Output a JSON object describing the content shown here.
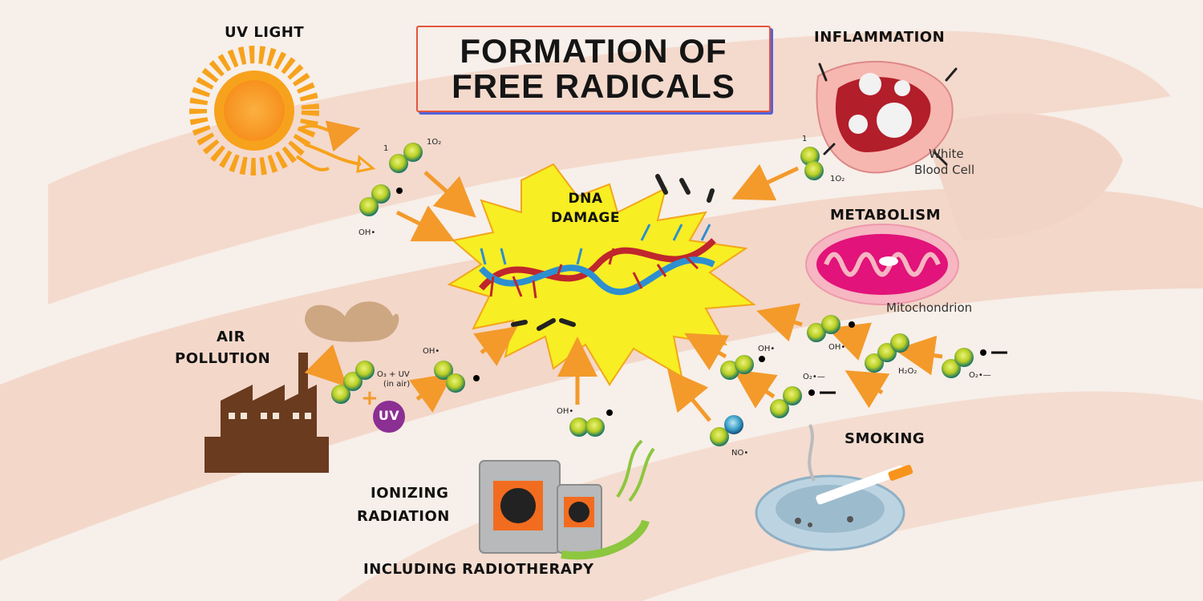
{
  "title": {
    "line1": "FORMATION OF",
    "line2": "FREE RADICALS"
  },
  "center": {
    "line1": "DNA",
    "line2": "DAMAGE"
  },
  "sources": {
    "uv_light": "UV LIGHT",
    "inflammation": "INFLAMMATION",
    "metabolism": "METABOLISM",
    "air_pollution_1": "AIR",
    "air_pollution_2": "POLLUTION",
    "ionizing_1": "IONIZING",
    "ionizing_2": "RADIATION",
    "including": "INCLUDING RADIOTHERAPY",
    "smoking": "SMOKING"
  },
  "captions": {
    "wbc_1": "White",
    "wbc_2": "Blood Cell",
    "mito": "Mitochondrion"
  },
  "uv_badge": "UV",
  "chem": {
    "uv_singlet_1": "1",
    "uv_singlet_2": "1O₂",
    "uv_oh": "OH•",
    "inf_singlet_1": "1",
    "inf_singlet_2": "1O₂",
    "air_reaction_1": "O₃ + UV",
    "air_reaction_2": "(in air)",
    "air_oh": "OH•",
    "rad_oh": "OH•",
    "met_oh_1": "OH•",
    "met_oh_2": "OH•",
    "met_h2o2": "H₂O₂",
    "met_o2_1": "O₂•—",
    "met_o2_2": "O₂•—",
    "smk_no": "NO•"
  },
  "colors": {
    "arrow": "#f39a2b",
    "molecule": "#c4d21f",
    "molecule_edge": "#0f6f68",
    "burst": "#f7ee23",
    "title_border": "#e5553f",
    "title_shadow": "#5361d8"
  }
}
